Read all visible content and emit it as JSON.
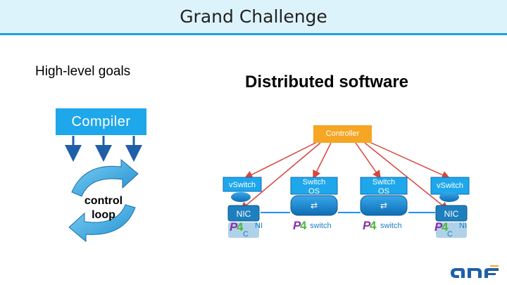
{
  "header": {
    "title": "Grand Challenge"
  },
  "left": {
    "high_level_goals": "High-level goals",
    "compiler": "Compiler",
    "control_loop_line1": "control",
    "control_loop_line2": "loop"
  },
  "right": {
    "distributed_software": "Distributed software",
    "controller": "Controller",
    "vswitch_label": "vSwitch",
    "switch_os_line1": "Switch",
    "switch_os_line2": "OS",
    "nic_label": "NIC",
    "nic_fragment": "NI",
    "nic_sub": "C",
    "switch_label": "switch"
  },
  "logo": {
    "text": "onf"
  },
  "colors": {
    "title_bg": "#ddf3fb",
    "accent_blue": "#1ea7ea",
    "controller_orange": "#f5a623",
    "arrow_red": "#d9453c",
    "link_blue": "#1e90ff",
    "p4_purple": "#8e2bb0",
    "p4_green": "#4fb83a",
    "onf_blue": "#1f5fa8"
  }
}
